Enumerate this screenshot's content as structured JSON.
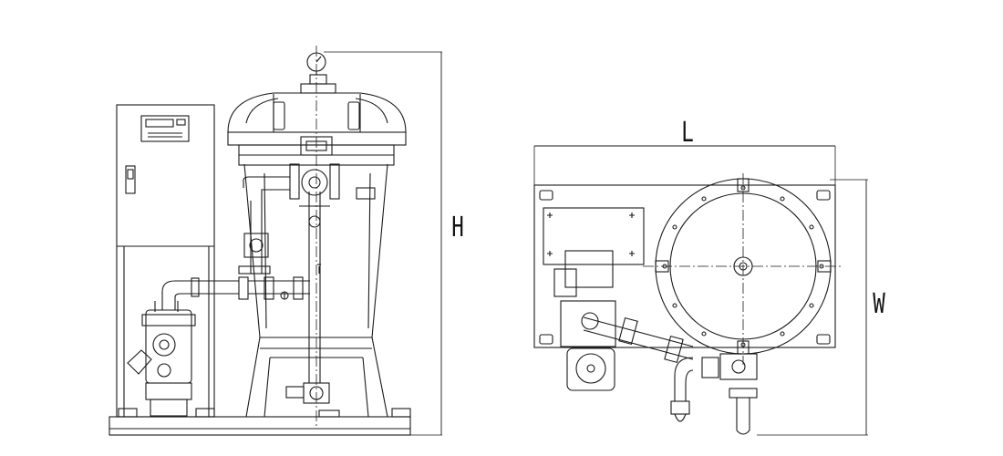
{
  "dimensions": {
    "height_label": "H",
    "length_label": "L",
    "width_label": "W"
  },
  "views": {
    "front": "front-elevation",
    "top": "plan-view"
  },
  "colors": {
    "line": "#1a1a1a",
    "background": "#ffffff"
  }
}
